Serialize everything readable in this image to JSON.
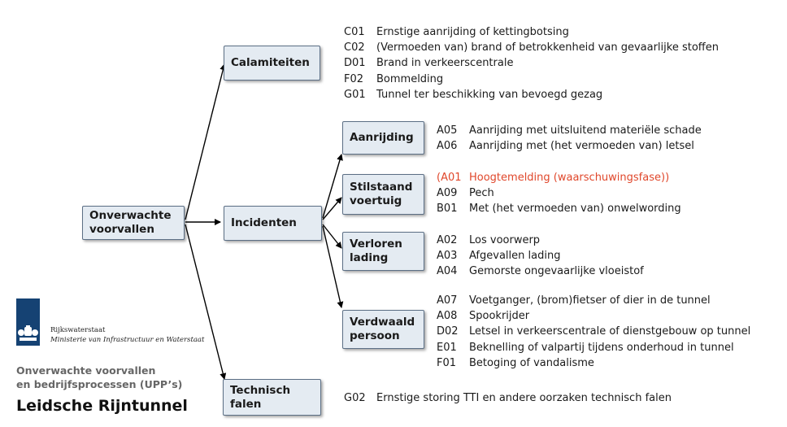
{
  "nodes": {
    "root": "Onverwachte\nvoorvallen",
    "calamiteiten": "Calamiteiten",
    "incidenten": "Incidenten",
    "technisch": "Technisch\nfalen",
    "aanrijding": "Aanrijding",
    "stilstaand": "Stilstaand\nvoertuig",
    "verloren": "Verloren\nlading",
    "verdwaald": "Verdwaald\npersoon"
  },
  "lists": {
    "calamiteiten": [
      {
        "code": "C01",
        "text": "Ernstige aanrijding of kettingbotsing"
      },
      {
        "code": "C02",
        "text": "(Vermoeden van) brand of betrokkenheid van gevaarlijke stoffen"
      },
      {
        "code": "D01",
        "text": "Brand in verkeerscentrale"
      },
      {
        "code": "F02",
        "text": "Bommelding"
      },
      {
        "code": "G01",
        "text": "Tunnel ter beschikking van bevoegd gezag"
      }
    ],
    "aanrijding": [
      {
        "code": "A05",
        "text": "Aanrijding met uitsluitend materiële schade"
      },
      {
        "code": "A06",
        "text": "Aanrijding met (het vermoeden van) letsel"
      }
    ],
    "stilstaand": [
      {
        "code": "(A01",
        "text": "Hoogtemelding (waarschuwingsfase))",
        "highlight": true
      },
      {
        "code": "A09",
        "text": "Pech"
      },
      {
        "code": "B01",
        "text": "Met (het vermoeden van) onwelwording"
      }
    ],
    "verloren": [
      {
        "code": "A02",
        "text": "Los voorwerp"
      },
      {
        "code": "A03",
        "text": "Afgevallen lading"
      },
      {
        "code": "A04",
        "text": "Gemorste ongevaarlijke vloeistof"
      }
    ],
    "verdwaald": [
      {
        "code": "A07",
        "text": "Voetganger, (brom)fietser of dier in de tunnel"
      },
      {
        "code": "A08",
        "text": "Spookrijder"
      },
      {
        "code": "D02",
        "text": "Letsel in verkeerscentrale of dienstgebouw op tunnel"
      },
      {
        "code": "E01",
        "text": "Beknelling of valpartij tijdens onderhoud in tunnel"
      },
      {
        "code": "F01",
        "text": "Betoging of vandalisme"
      }
    ],
    "technisch": [
      {
        "code": "G02",
        "text": "Ernstige storing TTI en andere oorzaken technisch falen"
      }
    ]
  },
  "branding": {
    "org_name": "Rijkswaterstaat",
    "ministry": "Ministerie van Infrastructuur en Waterstaat",
    "subtitle_line1": "Onverwachte voorvallen",
    "subtitle_line2": "en bedrijfsprocessen (UPP’s)",
    "title": "Leidsche Rijntunnel"
  },
  "colors": {
    "box_fill": "#e4ebf2",
    "box_border": "#5c6f85",
    "highlight_text": "#e0472b",
    "logo_blue": "#154273"
  }
}
